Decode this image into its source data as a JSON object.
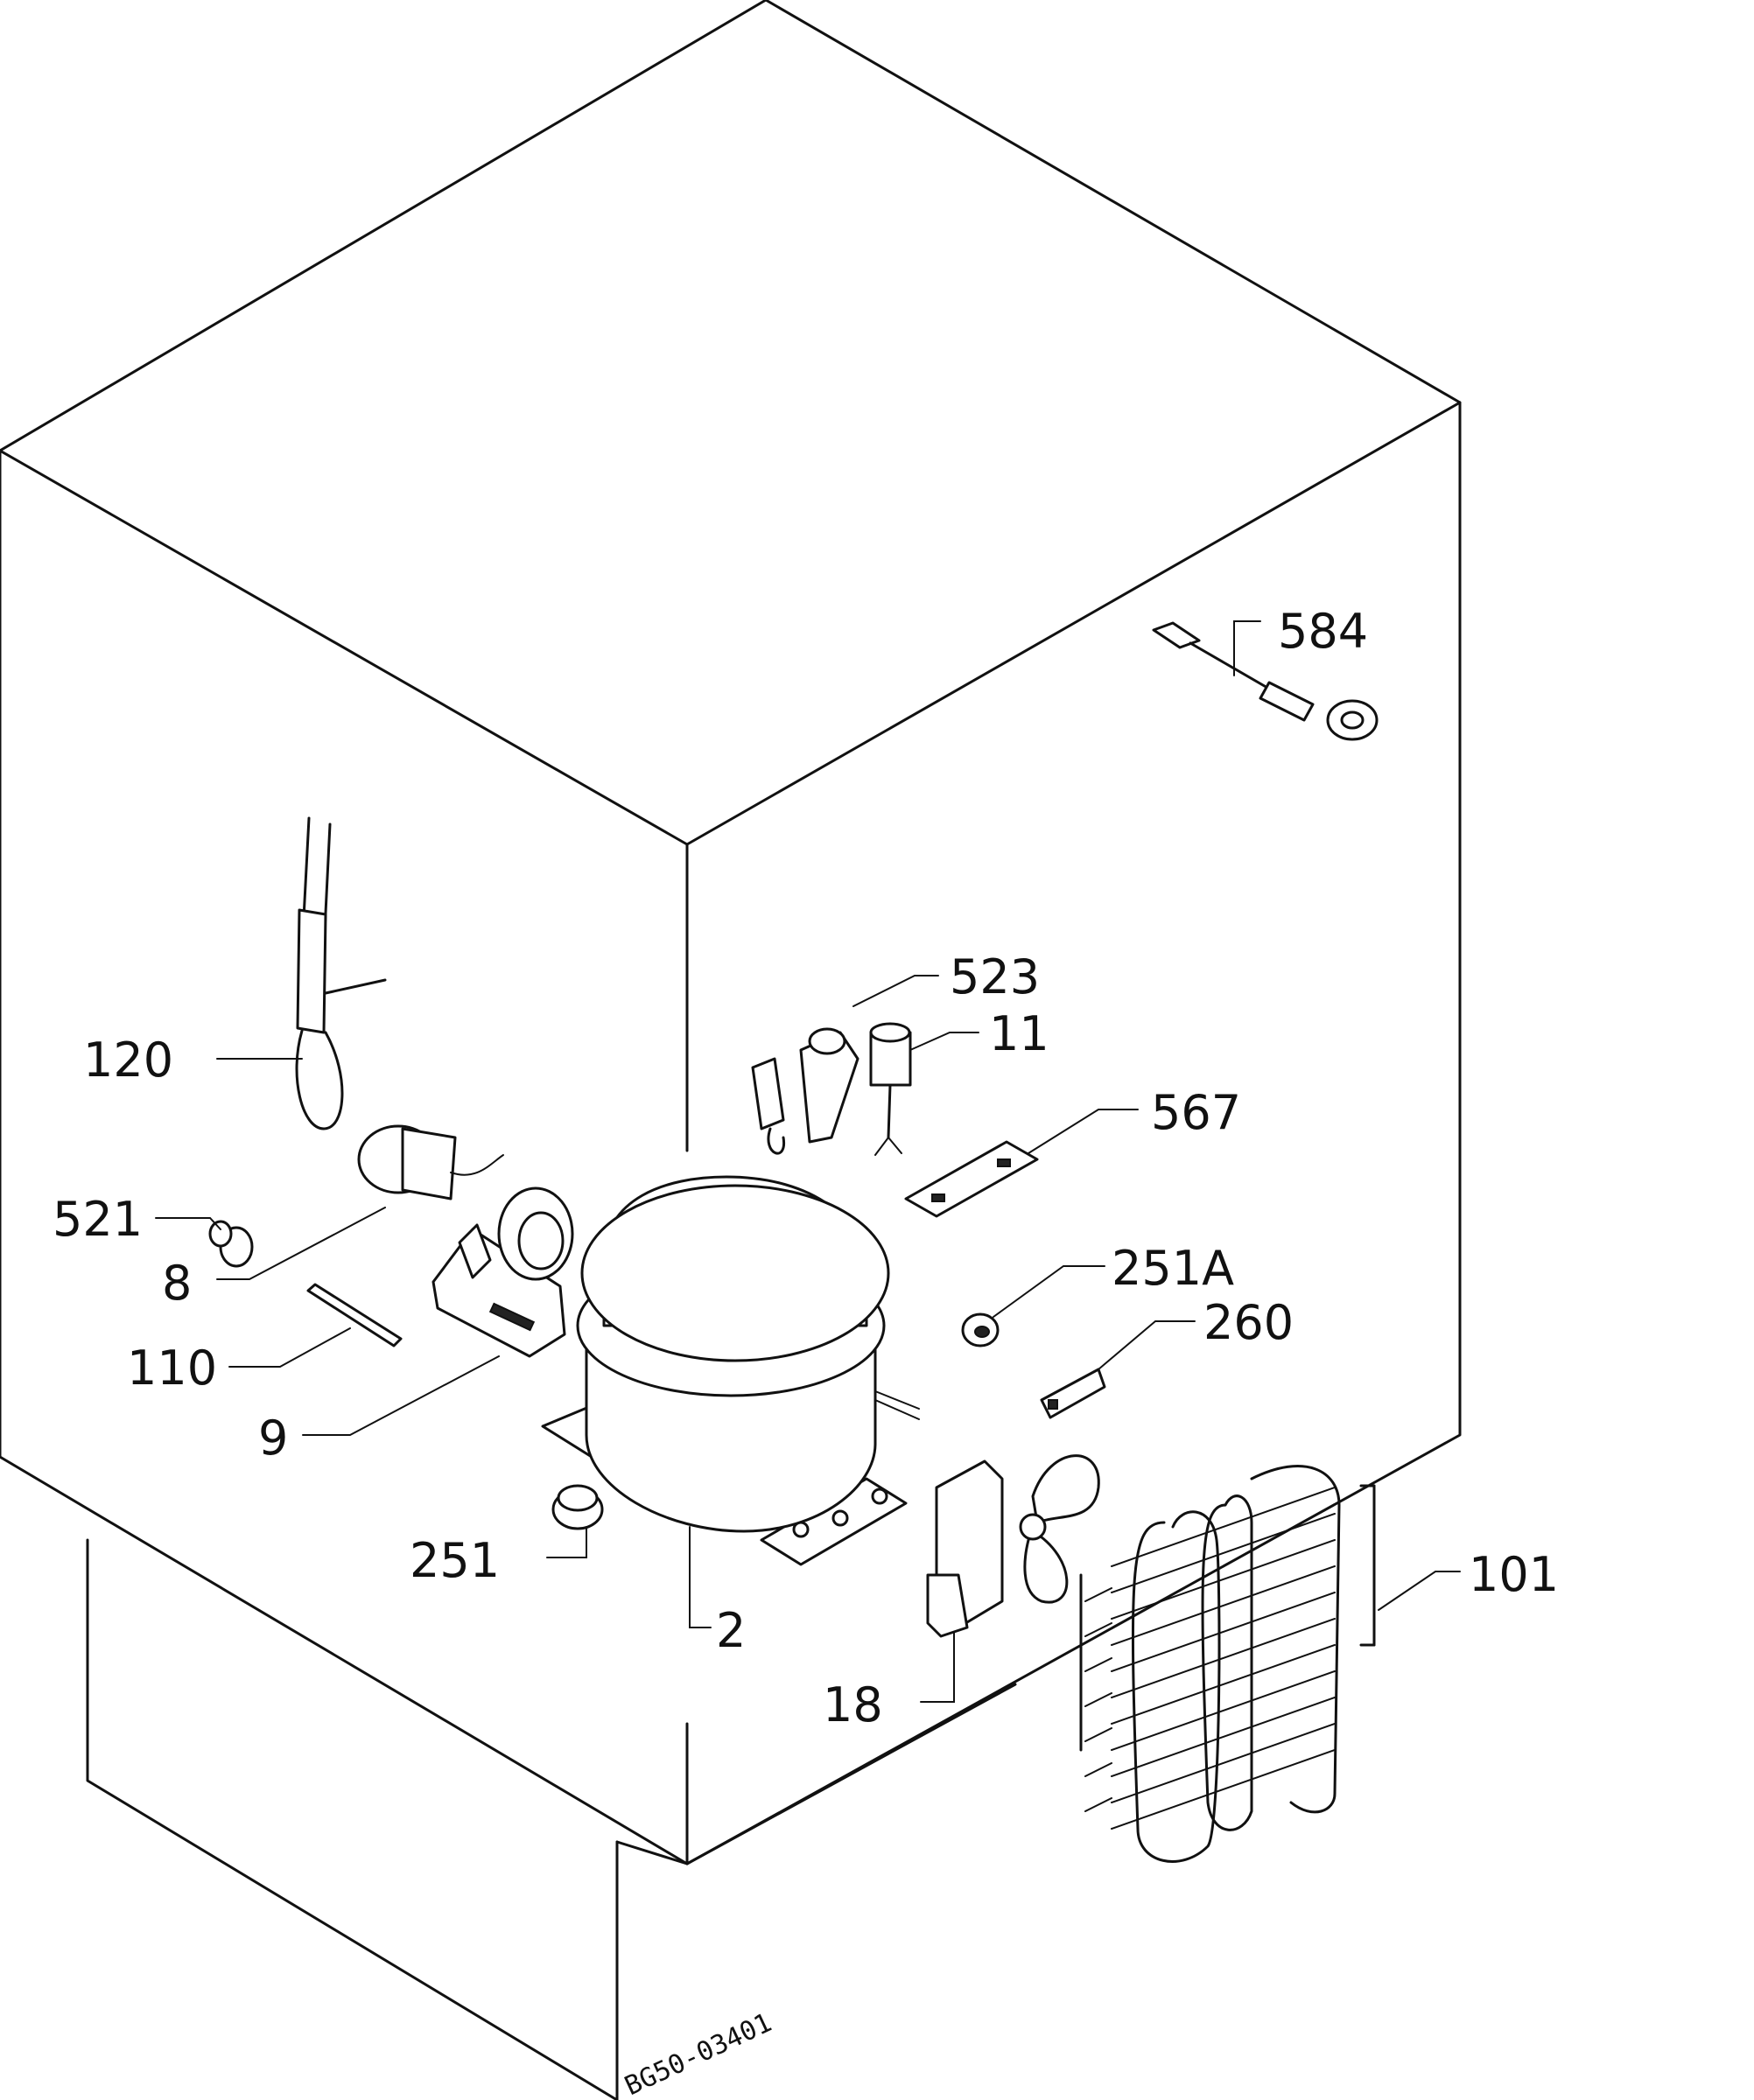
{
  "labels": {
    "l584": "584",
    "l523": "523",
    "l11": "11",
    "l567": "567",
    "l120": "120",
    "l521": "521",
    "l8": "8",
    "l251A": "251A",
    "l260": "260",
    "l110": "110",
    "l9": "9",
    "l251": "251",
    "l2": "2",
    "l101": "101",
    "l18": "18"
  },
  "drawing_code": "BG50-03401"
}
